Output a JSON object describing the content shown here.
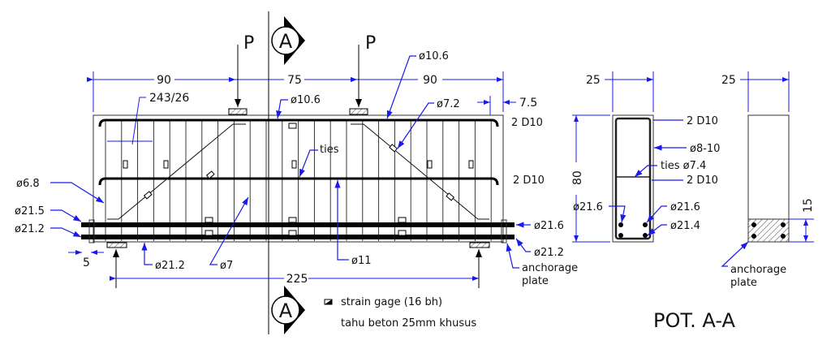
{
  "elevation": {
    "load_label": "P",
    "section_mark": "A",
    "dims": {
      "left": "90",
      "middle": "75",
      "right": "90",
      "span": "225",
      "end_offset": "5",
      "cover": "7.5",
      "stirrup_spacing": "243/26"
    },
    "labels": {
      "top_bar": "2 D10",
      "mid_bar": "2 D10",
      "top_left_bar": "ø10.6",
      "top_right_bar": "ø10.6",
      "bent_right": "ø7.2",
      "ties": "ties",
      "end_stirrup": "ø6.8",
      "bottom_bar_upper_left": "ø21.5",
      "bottom_bar_lower_left": "ø21.2",
      "bottom_bar_upper_right": "ø21.6",
      "bottom_bar_lower_right": "ø21.2",
      "bottom_bar_bottom": "ø21.2",
      "bent_left": "ø7",
      "mid_bar_bottom": "ø11",
      "anchorage": "anchorage",
      "anchorage2": "plate"
    },
    "legend": {
      "strain_gage": "strain gage (16 bh)",
      "note": "tahu beton 25mm khusus"
    }
  },
  "section": {
    "title": "POT. A-A",
    "width_dim": "25",
    "height_dim": "80",
    "labels": {
      "top": "2 D10",
      "stirrup": "ø8-10",
      "ties": "ties ø7.4",
      "mid": "2 D10",
      "left_bar": "ø21.6",
      "right_bar_upper": "ø21.6",
      "right_bar_lower": "ø21.4"
    }
  },
  "plate_section": {
    "width_dim": "25",
    "plate_dim": "15",
    "anchorage": "anchorage",
    "anchorage2": "plate"
  }
}
